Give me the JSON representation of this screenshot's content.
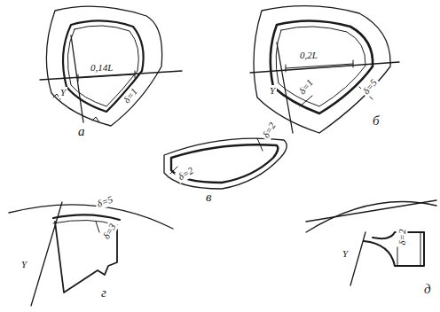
{
  "diagram": {
    "labels": [
      "0,14L",
      "Y",
      "δ=1",
      "а",
      "0,2L",
      "Y",
      "δ=1",
      "δ=5",
      "б",
      "δ=2",
      "δ=2",
      "в",
      "δ=5",
      "δ=3",
      "Y",
      "г",
      "Y",
      "δ=2",
      "д"
    ]
  }
}
